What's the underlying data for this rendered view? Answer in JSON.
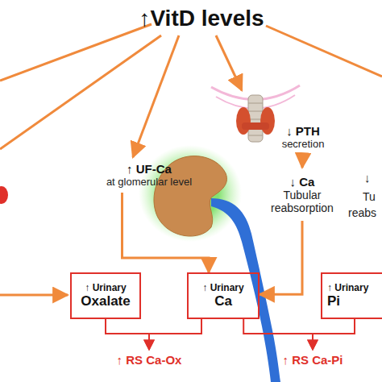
{
  "diagram": {
    "nodes": [
      {
        "text": [
          "↑VitD levels"
        ]
      },
      {
        "text": [
          "↓ PTH",
          "secretion"
        ]
      },
      {
        "text": [
          "↑ UF-Ca",
          "at glomerular level"
        ]
      },
      {
        "text": [
          "↓ Ca",
          "Tubular reabsorption"
        ]
      },
      {
        "text": [
          "↑ Urinary",
          "Oxalate"
        ]
      },
      {
        "text": [
          "↑ Urinary",
          "Ca"
        ]
      },
      {
        "text": [
          "↑ Urinary",
          "Pi"
        ]
      },
      {
        "text": [
          "↑ RS Ca-Ox"
        ]
      },
      {
        "text": [
          "↑ RS Ca-Pi"
        ]
      }
    ],
    "edges": [
      {
        "from": 0,
        "to": 2,
        "arrow": "to"
      },
      {
        "from": 1,
        "to": 3,
        "arrow": "to"
      },
      {
        "from": 3,
        "to": 5,
        "arrow": "to"
      },
      {
        "from": 2,
        "to": 5,
        "arrow": "to"
      },
      {
        "from": 4,
        "to": 7,
        "arrow": "to"
      },
      {
        "from": 5,
        "to": 7,
        "arrow": "to"
      },
      {
        "from": 5,
        "to": 8,
        "arrow": "to"
      },
      {
        "from": 6,
        "to": 8,
        "arrow": "to"
      }
    ],
    "labels": [
      "↓",
      "Tu",
      "reabs"
    ]
  }
}
